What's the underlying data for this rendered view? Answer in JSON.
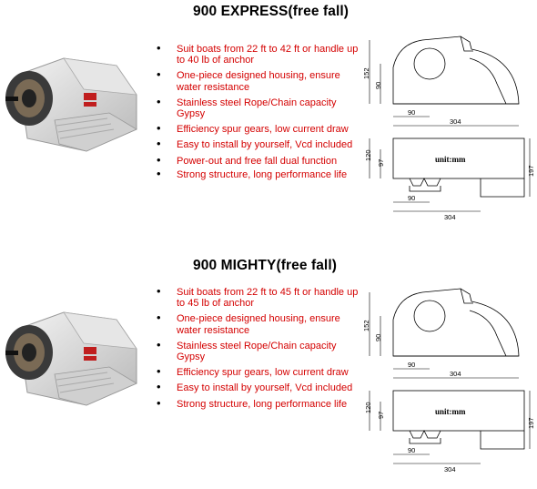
{
  "products": [
    {
      "title": "900 EXPRESS(free fall)",
      "features": [
        "Suit boats from 22 ft to 42 ft  or handle up to 40 lb of anchor",
        "One-piece designed housing, ensure water resistance",
        "Stainless steel Rope/Chain capacity Gypsy",
        "Efficiency spur gears, low current draw",
        "Easy to install by yourself, Vcd included",
        "Power-out and free fall dual function",
        "Strong structure, long performance life"
      ],
      "drawing": {
        "height_total": "152",
        "height_drum": "90",
        "drum_offset": "90",
        "length": "304",
        "side_height": "120",
        "side_inner_height": "97",
        "overall_height": "197",
        "unit_label": "unit:mm",
        "bottom_offset": "90",
        "bottom_length": "304"
      }
    },
    {
      "title": "900 MIGHTY(free fall)",
      "features": [
        "Suit boats from 22 ft to 45 ft  or handle up to 45 lb of anchor",
        "One-piece designed housing, ensure water resistance",
        "Stainless steel Rope/Chain capacity Gypsy",
        "Efficiency spur gears, low current draw",
        "Easy to install by yourself, Vcd included",
        "Strong structure, long performance life"
      ],
      "drawing": {
        "height_total": "152",
        "height_drum": "90",
        "drum_offset": "90",
        "length": "304",
        "side_height": "120",
        "side_inner_height": "97",
        "overall_height": "197",
        "unit_label": "unit:mm",
        "bottom_offset": "90",
        "bottom_length": "304"
      }
    }
  ],
  "colors": {
    "feature_text": "#d40000",
    "title_text": "#000000"
  }
}
